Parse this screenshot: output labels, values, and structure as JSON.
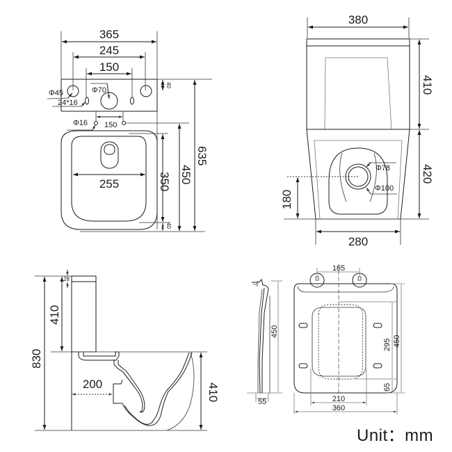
{
  "drawing": {
    "subject": "Two-piece toilet technical dimension drawing",
    "unit_label": "Unit：mm",
    "top_view": {
      "overall_width": "365",
      "tank_hole_spacing_outer": "245",
      "tank_hole_spacing_inner": "150",
      "hole_diameter_side": "Φ45",
      "slot_size": "24*16",
      "hole_diameter_center": "Φ70",
      "tank_depth_to_holes": "40",
      "seat_hole_diameter": "Φ16",
      "seat_hole_spacing": "150",
      "bowl_width": "255",
      "bowl_depth": "350",
      "depth_from_seat_holes": "450",
      "overall_depth": "635",
      "front_rim": "40"
    },
    "front_view": {
      "tank_width": "380",
      "tank_height": "410",
      "bowl_height": "420",
      "outlet_inner": "Φ78",
      "outlet_outer": "Φ100",
      "outlet_height": "180",
      "base_width": "280"
    },
    "side_view": {
      "lid_thickness": "28",
      "tank_height": "410",
      "overall_height": "830",
      "outlet_offset": "200",
      "bowl_height": "410"
    },
    "seat_view": {
      "side_length": "450",
      "side_thickness": "55",
      "hinge_spacing": "165",
      "opening_length": "295",
      "overall_length": "450",
      "front_margin": "65",
      "opening_width": "210",
      "overall_width": "360"
    }
  }
}
